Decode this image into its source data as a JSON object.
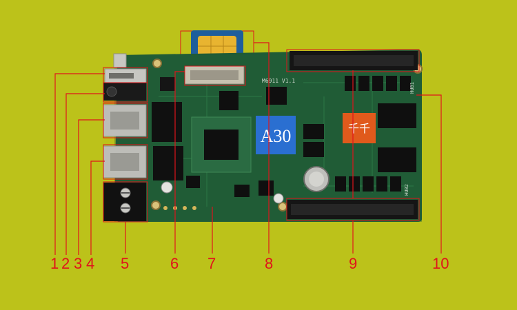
{
  "background": "#bcc21a",
  "callout_color": "#e0141b",
  "board": {
    "chip_label": "A30",
    "logo_glyph": "千千",
    "silkscreen_top": "M6911 V1.1",
    "silkscreen_hub1": "HUB1",
    "silkscreen_hub2": "HUB2"
  },
  "callouts": [
    {
      "id": "1",
      "label": "1"
    },
    {
      "id": "2",
      "label": "2"
    },
    {
      "id": "3",
      "label": "3"
    },
    {
      "id": "4",
      "label": "4"
    },
    {
      "id": "5",
      "label": "5"
    },
    {
      "id": "6",
      "label": "6"
    },
    {
      "id": "7",
      "label": "7"
    },
    {
      "id": "8",
      "label": "8"
    },
    {
      "id": "9",
      "label": "9"
    },
    {
      "id": "10",
      "label": "10"
    }
  ]
}
